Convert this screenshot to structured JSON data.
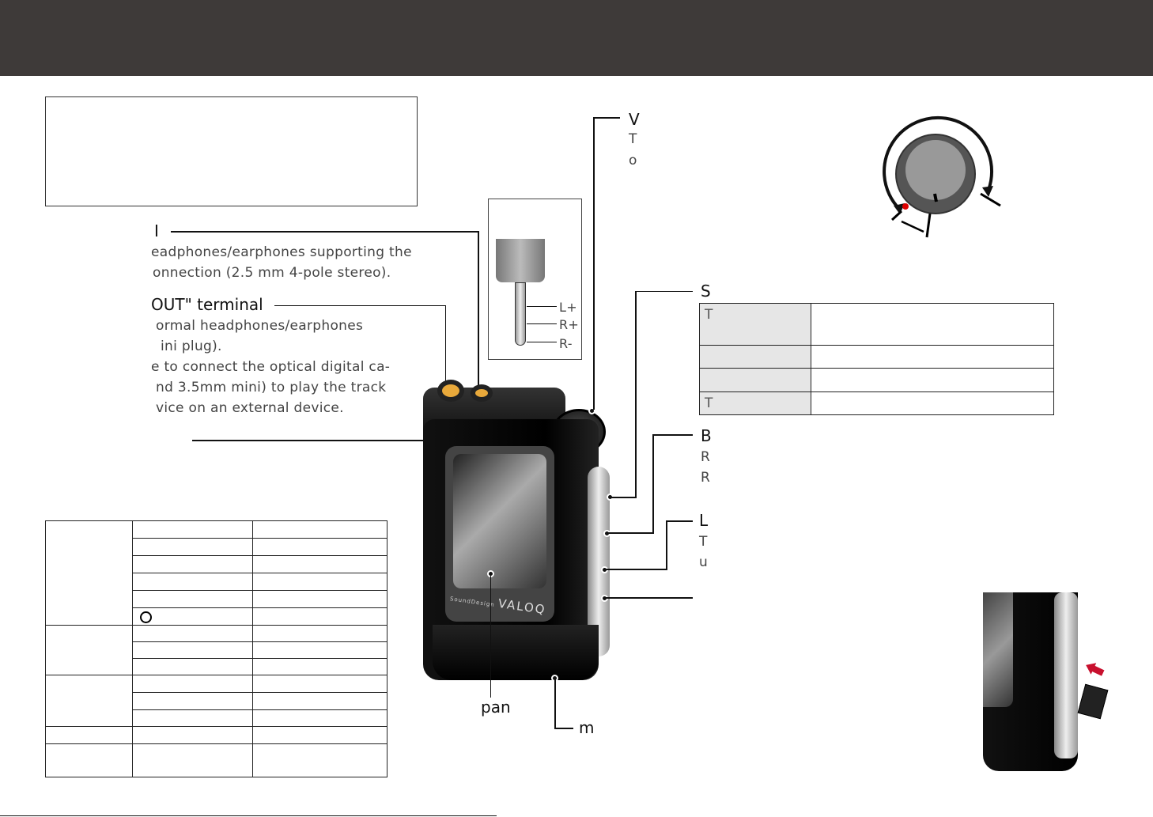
{
  "header": {
    "title": ""
  },
  "balanced_out": {
    "heading": "I",
    "lines": [
      "eadphones/earphones supporting the",
      "onnection (2.5 mm 4-pole stereo)."
    ]
  },
  "phone_out": {
    "heading": "OUT\" terminal",
    "lines": [
      "ormal headphones/earphones",
      "ini plug).",
      "e to connect the optical digital ca-",
      "nd 3.5mm mini) to play the track",
      "vice on an external device."
    ]
  },
  "plug_labels": [
    "L+",
    "R+",
    "R-"
  ],
  "volume": {
    "heading": "V",
    "lines": [
      "T",
      "o"
    ]
  },
  "switch": {
    "heading": "S",
    "table": [
      [
        "T",
        ""
      ],
      [
        "",
        ""
      ],
      [
        "",
        ""
      ],
      [
        "T",
        ""
      ]
    ]
  },
  "button_b": {
    "heading": "B",
    "lines": [
      "R",
      "R"
    ]
  },
  "button_l": {
    "heading": "L",
    "lines": [
      "T",
      "u"
    ]
  },
  "device": {
    "brand": "VALOQ",
    "sub": "SoundDesign"
  },
  "labels": {
    "panel": "pan",
    "bottom": "m"
  },
  "colors": {
    "header": "#3e3a39",
    "accent": "#c8102e"
  }
}
